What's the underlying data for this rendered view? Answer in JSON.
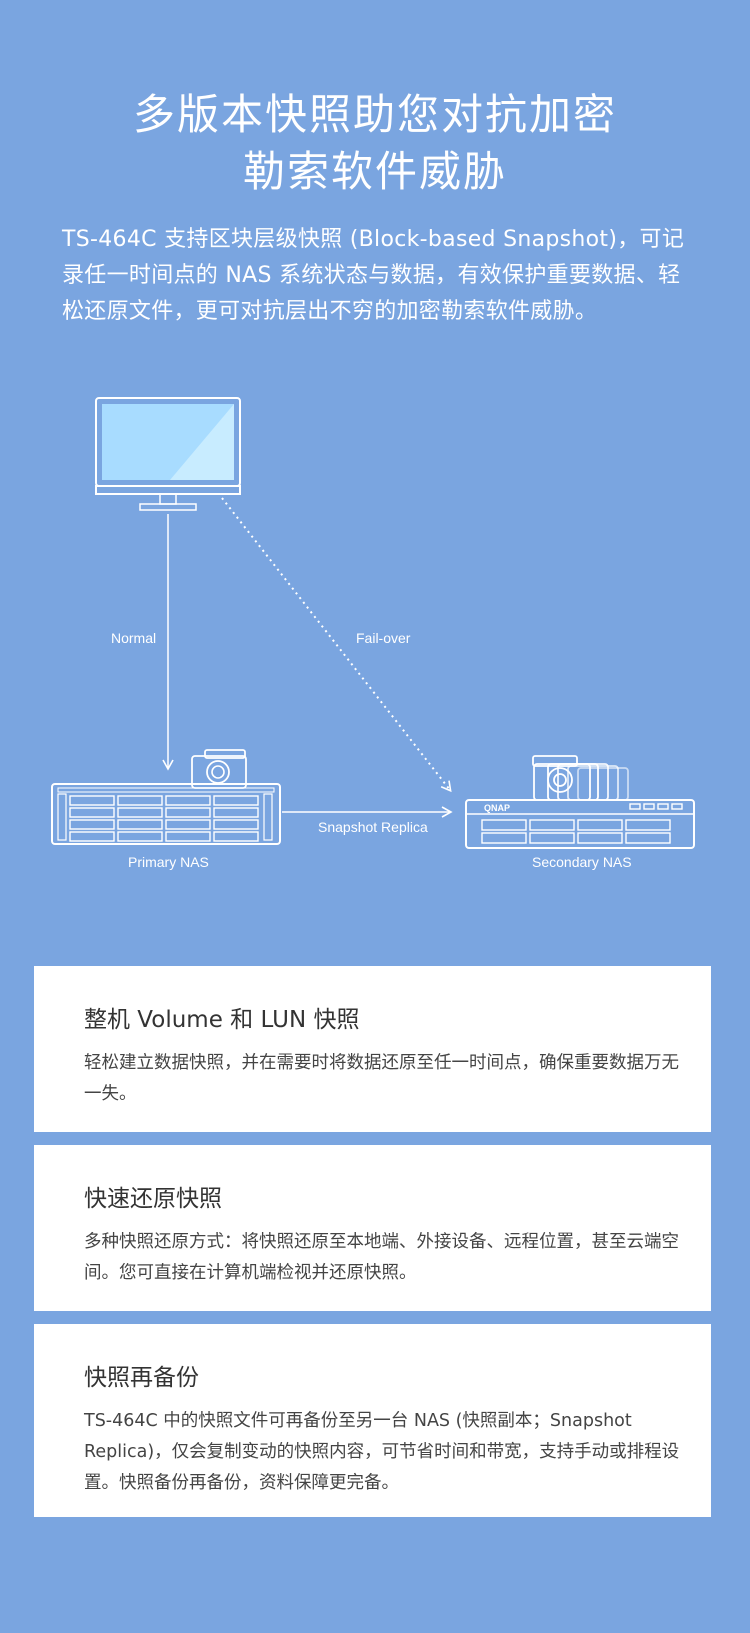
{
  "header": {
    "title_line1": "多版本快照助您对抗加密",
    "title_line2": "勒索软件威胁"
  },
  "intro": "TS-464C 支持区块层级快照 (Block-based Snapshot)，可记录任一时间点的 NAS 系统状态与数据，有效保护重要数据、轻松还原文件，更可对抗层出不穷的加密勒索软件威胁。",
  "diagram": {
    "normal_label": "Normal",
    "failover_label": "Fail-over",
    "replica_label": "Snapshot Replica",
    "primary_label": "Primary NAS",
    "secondary_label": "Secondary NAS",
    "nas_brand": "QNAP",
    "colors": {
      "line": "#ffffff",
      "screen": "#a8dcff"
    },
    "icons": [
      "monitor-icon",
      "camera-icon",
      "nas-icon"
    ]
  },
  "features": [
    {
      "title": "整机 Volume 和 LUN 快照",
      "body": "轻松建立数据快照，并在需要时将数据还原至任一时间点，确保重要数据万无一失。"
    },
    {
      "title": "快速还原快照",
      "body": "多种快照还原方式：将快照还原至本地端、外接设备、远程位置，甚至云端空间。您可直接在计算机端检视并还原快照。"
    },
    {
      "title": "快照再备份",
      "body": "TS-464C 中的快照文件可再备份至另一台 NAS (快照副本；Snapshot Replica)，仅会复制变动的快照内容，可节省时间和带宽，支持手动或排程设置。快照备份再备份，资料保障更完备。"
    }
  ],
  "colors": {
    "background": "#7aa5e0",
    "card": "#ffffff",
    "text_dark": "#333333"
  }
}
